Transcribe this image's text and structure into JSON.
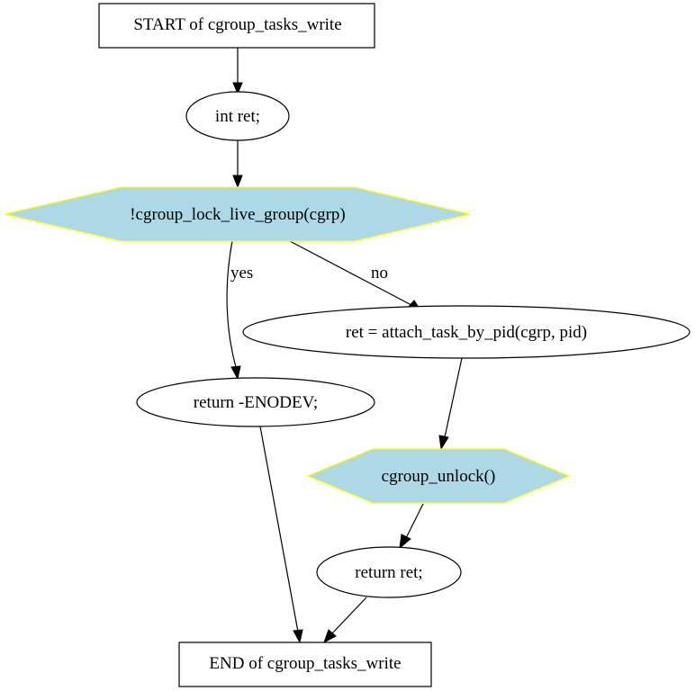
{
  "diagram": {
    "nodes": {
      "start": "START of cgroup_tasks_write",
      "decl_ret": "int ret;",
      "cond_lock": "!cgroup_lock_live_group(cgrp)",
      "return_enodev": "return -ENODEV;",
      "attach": "ret = attach_task_by_pid(cgrp, pid)",
      "unlock": "cgroup_unlock()",
      "return_ret": "return ret;",
      "end": "END of cgroup_tasks_write"
    },
    "edge_labels": {
      "yes": "yes",
      "no": "no"
    },
    "colors": {
      "decision_fill": "#add8e6",
      "decision_stroke": "#ffff00",
      "stroke": "#000000",
      "background": "#ffffff"
    }
  }
}
